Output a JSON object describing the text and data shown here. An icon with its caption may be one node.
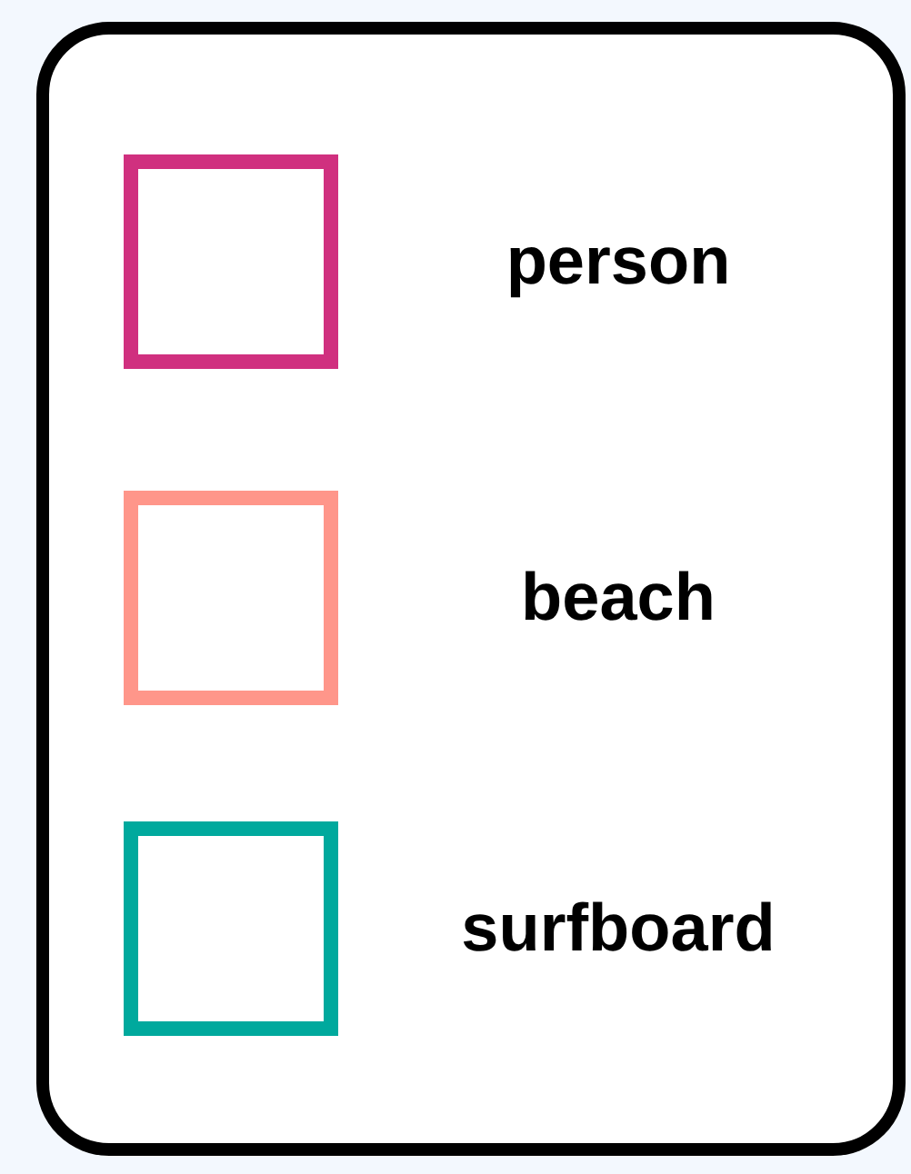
{
  "diagram": {
    "legend": [
      {
        "text": "person",
        "color": "#d0307f"
      },
      {
        "text": "beach",
        "color": "#ff968a"
      },
      {
        "text": "surfboard",
        "color": "#00a99d"
      }
    ]
  }
}
